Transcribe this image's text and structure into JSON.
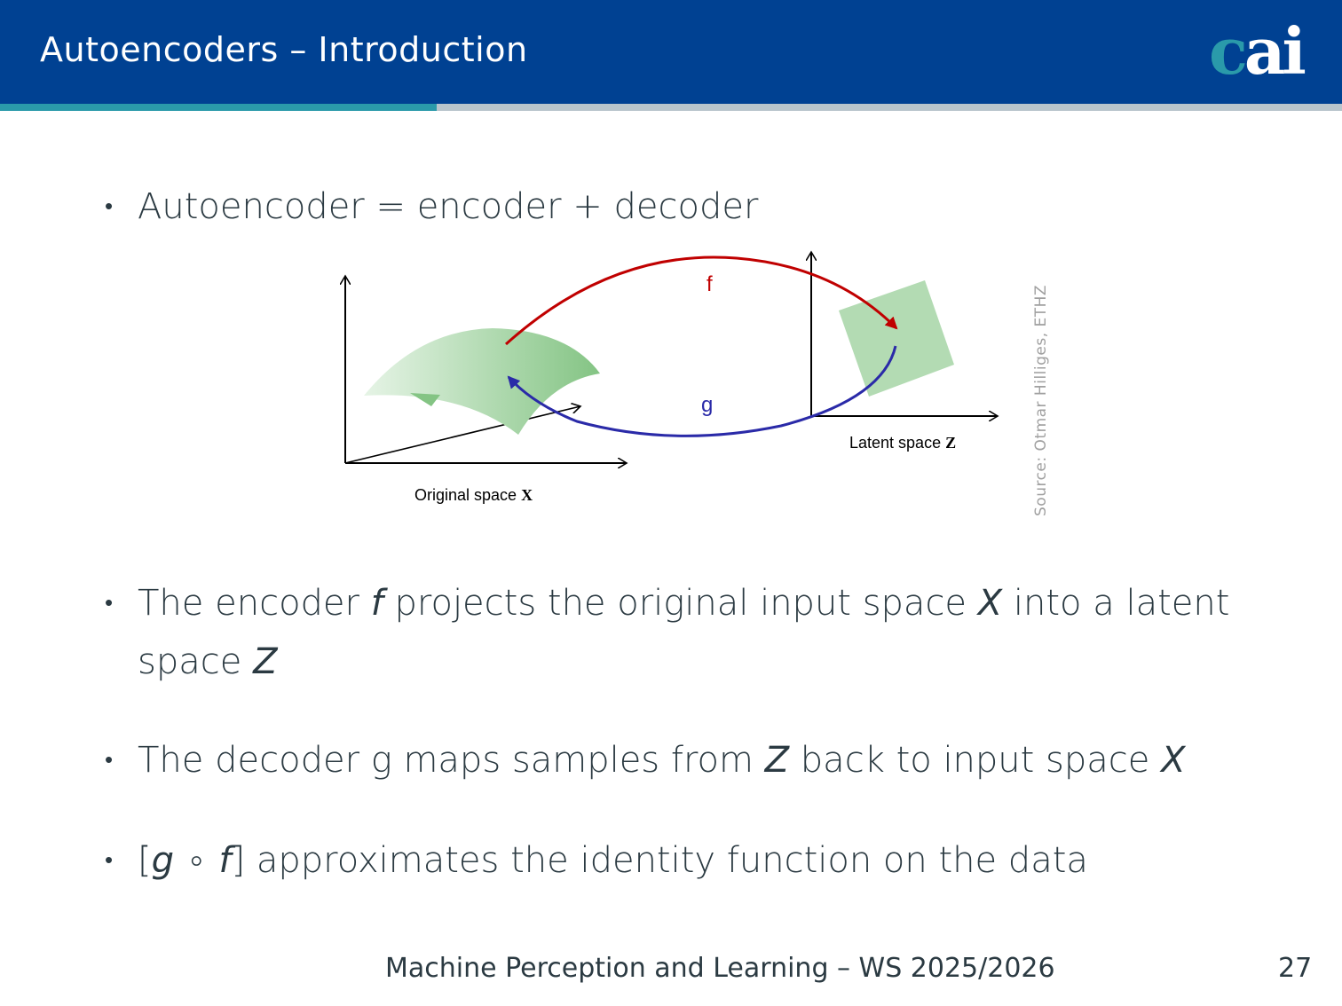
{
  "header": {
    "title": "Autoencoders – Introduction",
    "logo_text": "cai"
  },
  "bullets": [
    {
      "text": "Autoencoder = encoder + decoder"
    },
    {
      "parts": [
        "The encoder ",
        "f",
        " projects the original input space ",
        "X",
        " into a latent space ",
        "Z"
      ]
    },
    {
      "parts": [
        "The decoder g maps samples from ",
        "Z",
        " back to input space ",
        "X"
      ]
    },
    {
      "parts": [
        "[",
        "g",
        " ∘ ",
        "f",
        "] approximates the identity function on the data"
      ]
    }
  ],
  "figure": {
    "encoder_label": "f",
    "decoder_label": "g",
    "original_space_label": "Original space ",
    "original_space_symbol": "X",
    "latent_space_label": "Latent space ",
    "latent_space_symbol": "Z",
    "source": "Source: Otmar Hilliges, ETHZ",
    "colors": {
      "encoder": "#c00000",
      "decoder": "#2a2aa8",
      "surface": "#8cc88c"
    }
  },
  "footer": {
    "course": "Machine Perception and Learning – WS 2025/2026",
    "page": "27"
  }
}
